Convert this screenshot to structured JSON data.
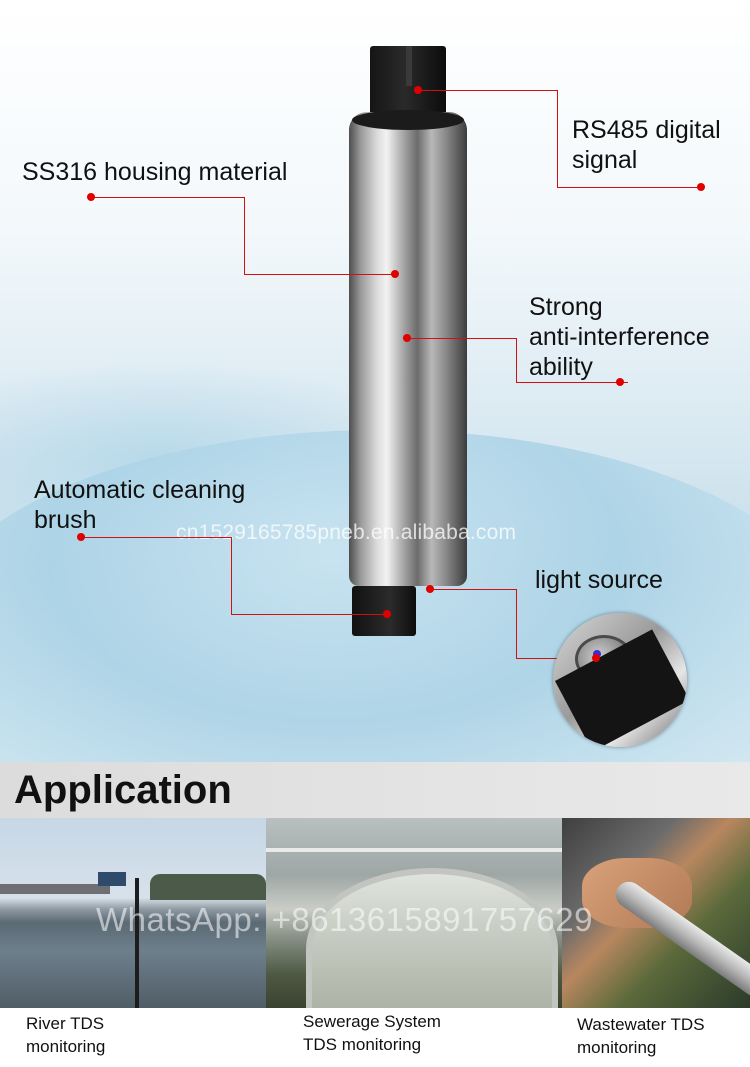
{
  "labels": {
    "rs485_line1": "RS485 digital",
    "rs485_line2": "signal",
    "housing": "SS316 housing material",
    "interference_line1": "Strong",
    "interference_line2": "anti-interference",
    "interference_line3": "ability",
    "brush_line1": "Automatic cleaning",
    "brush_line2": "brush",
    "light_source": "light source"
  },
  "watermarks": {
    "top": "cn1529165785pneb.en.alibaba.com",
    "bottom": "WhatsApp: +8613615891757629"
  },
  "application": {
    "title": "Application",
    "items": [
      {
        "line1": "River TDS",
        "line2": "monitoring"
      },
      {
        "line1": "Sewerage System",
        "line2": "TDS monitoring"
      },
      {
        "line1": "Wastewater TDS",
        "line2": "monitoring"
      }
    ]
  },
  "colors": {
    "leader": "#d11111",
    "dot": "#e00000"
  }
}
